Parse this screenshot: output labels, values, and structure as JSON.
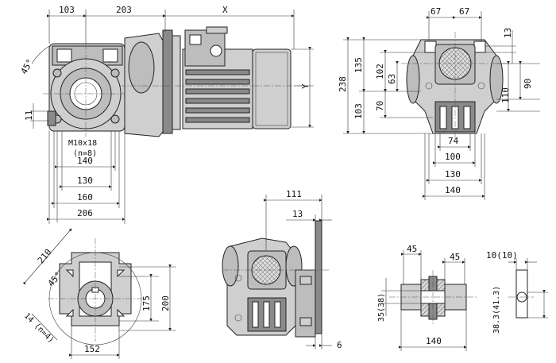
{
  "dimensions": {
    "top_left": {
      "d103": "103",
      "d203": "203",
      "dX": "X",
      "dY": "Y",
      "d45deg": "45°",
      "d11": "11",
      "thread": "M10x18",
      "thread_n": "(n=8)",
      "d140": "140",
      "d130": "130",
      "d160": "160",
      "d206": "206"
    },
    "top_right": {
      "d67a": "67",
      "d67b": "67",
      "d13": "13",
      "d238": "238",
      "d135": "135",
      "d102": "102",
      "d63": "63",
      "d103": "103",
      "d70": "70",
      "d90": "90",
      "d110": "110",
      "d74": "74",
      "d100": "100",
      "d130": "130",
      "d140": "140"
    },
    "bottom_left": {
      "d210": "210",
      "d45deg": "45°",
      "d14": "14 (n=4)",
      "d175": "175",
      "d200": "200",
      "d152": "152"
    },
    "bottom_middle": {
      "d111": "111",
      "d13": "13",
      "d6": "6"
    },
    "bottom_right": {
      "d45a": "45",
      "d45b": "45",
      "d10": "10(10)",
      "d35": "35(38)",
      "d38": "38.3(41.3)",
      "d140": "140"
    }
  },
  "colors": {
    "line": "#222222",
    "body": "#cfcfcf",
    "shade": "#8a8a8a"
  }
}
